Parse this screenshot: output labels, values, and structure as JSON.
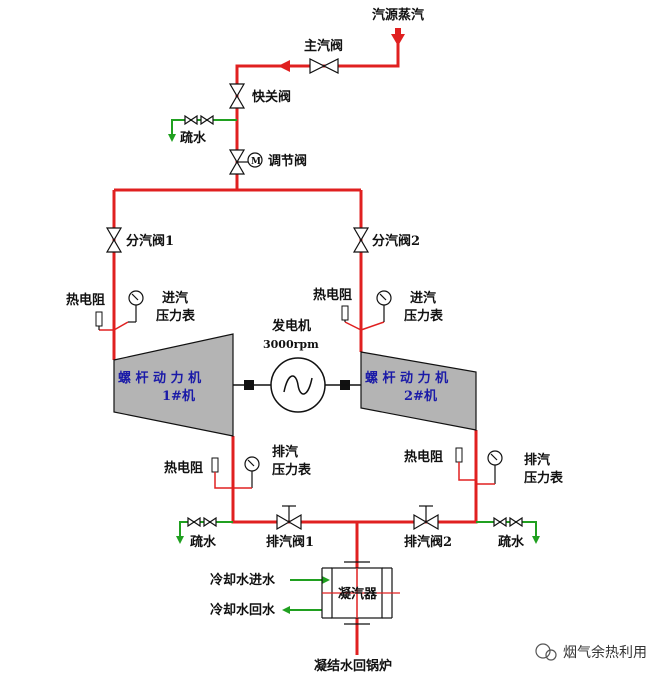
{
  "labels": {
    "steam_source": "汽源蒸汽",
    "main_valve": "主汽阀",
    "quick_valve": "快关阀",
    "drain_top": "疏水",
    "regulating_valve": "调节阀",
    "branch_valve_1": "分汽阀1",
    "branch_valve_2": "分汽阀2",
    "thermo_in_1": "热电阻",
    "thermo_in_2": "热电阻",
    "inlet_gauge_1_line1": "进汽",
    "inlet_gauge_1_line2": "压力表",
    "inlet_gauge_2_line1": "进汽",
    "inlet_gauge_2_line2": "压力表",
    "generator_line1": "发电机",
    "generator_line2": "3000rpm",
    "engine_1_line1": "螺 杆 动 力 机",
    "engine_1_line2": "1#机",
    "engine_2_line1": "螺 杆 动 力 机",
    "engine_2_line2": "2#机",
    "thermo_out_1": "热电阻",
    "thermo_out_2": "热电阻",
    "exhaust_gauge_1_line1": "排汽",
    "exhaust_gauge_1_line2": "压力表",
    "exhaust_gauge_2_line1": "排汽",
    "exhaust_gauge_2_line2": "压力表",
    "drain_left": "疏水",
    "drain_right": "疏水",
    "exhaust_valve_1": "排汽阀1",
    "exhaust_valve_2": "排汽阀2",
    "cooling_in": "冷却水进水",
    "cooling_out": "冷却水回水",
    "condenser": "凝汽器",
    "condensate_return": "凝结水回锅炉",
    "watermark": "烟气余热利用"
  },
  "colors": {
    "steam_line": "#e02020",
    "drain_line": "#20a020",
    "engine_fill": "#b4b4b4",
    "engine_text": "#1a1aa8"
  }
}
